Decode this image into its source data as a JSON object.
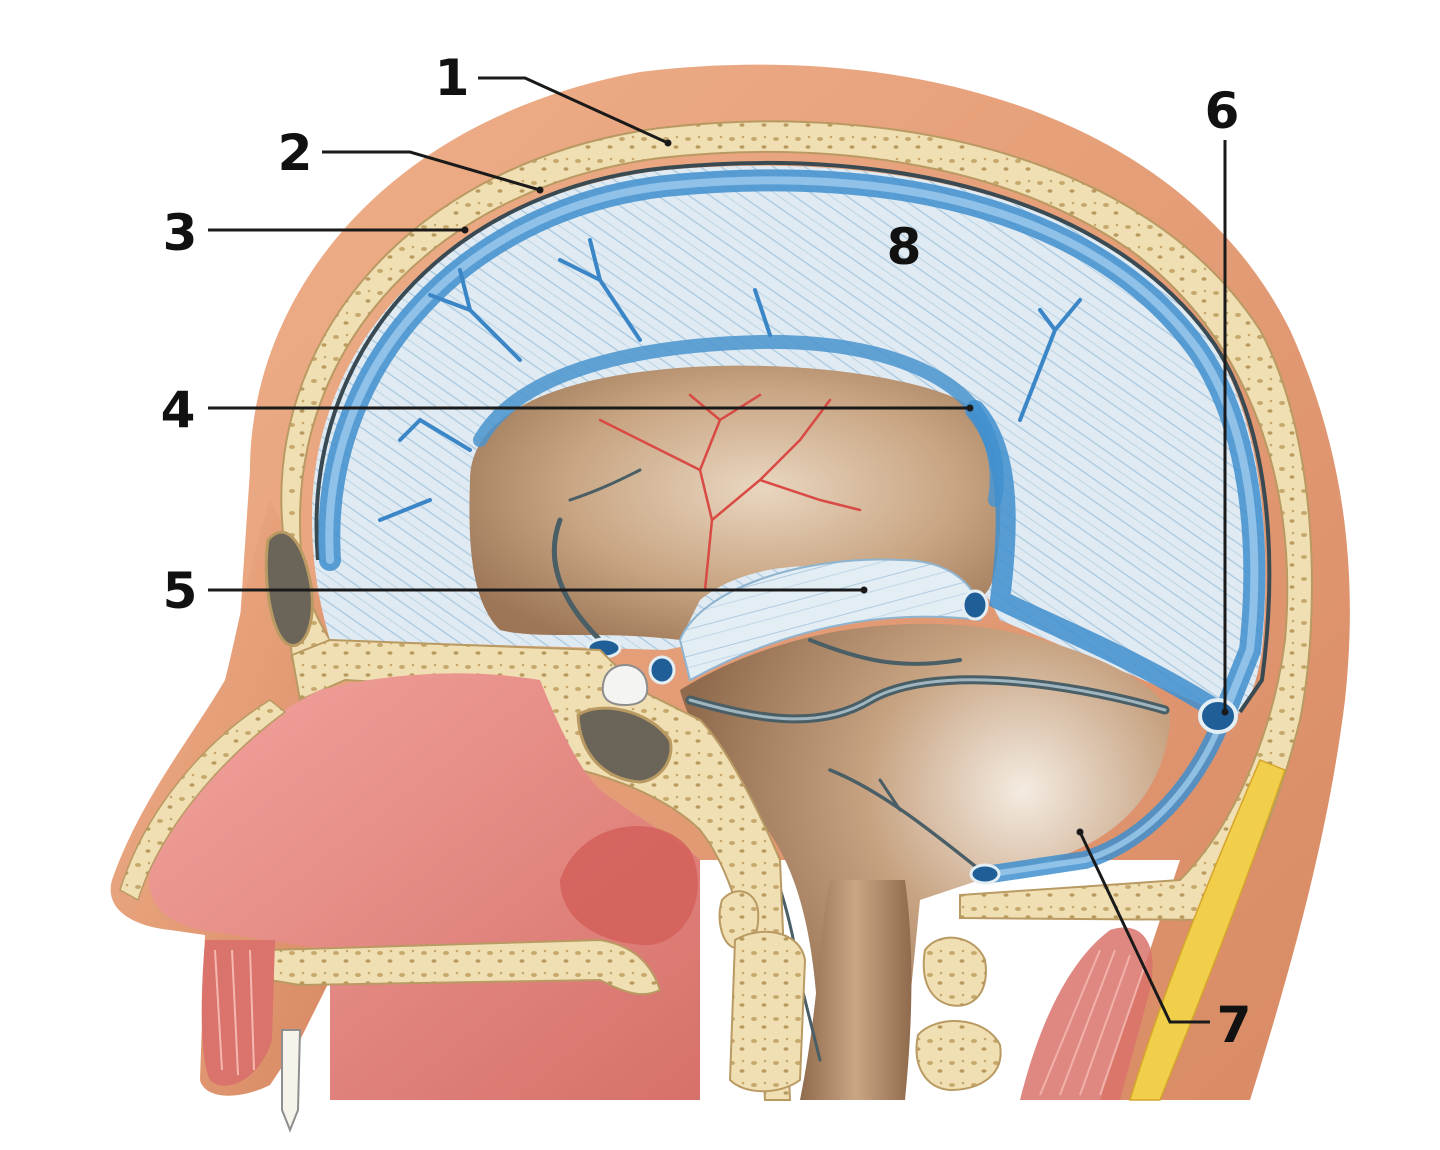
{
  "colors": {
    "skin": "#e8a27c",
    "skin_dark": "#c97856",
    "bone": "#f1dfb4",
    "bone_dot": "#b89a5e",
    "dura": "#cfe2ee",
    "sinus_blue": "#3f8fcf",
    "sinus_dark": "#1f5e96",
    "brain_cavity": "#b89272",
    "brain_cavity_light": "#e7d3bd",
    "mucosa": "#e98a84",
    "mucosa_dark": "#c9615b",
    "muscle": "#d9736b",
    "fat": "#f2cf4a",
    "artery": "#d94a44",
    "leader": "#1a1a1a"
  },
  "callouts": [
    {
      "id": "callout-1",
      "label": "1"
    },
    {
      "id": "callout-2",
      "label": "2"
    },
    {
      "id": "callout-3",
      "label": "3"
    },
    {
      "id": "callout-4",
      "label": "4"
    },
    {
      "id": "callout-5",
      "label": "5"
    },
    {
      "id": "callout-6",
      "label": "6"
    },
    {
      "id": "callout-7",
      "label": "7"
    },
    {
      "id": "callout-8",
      "label": "8"
    }
  ]
}
